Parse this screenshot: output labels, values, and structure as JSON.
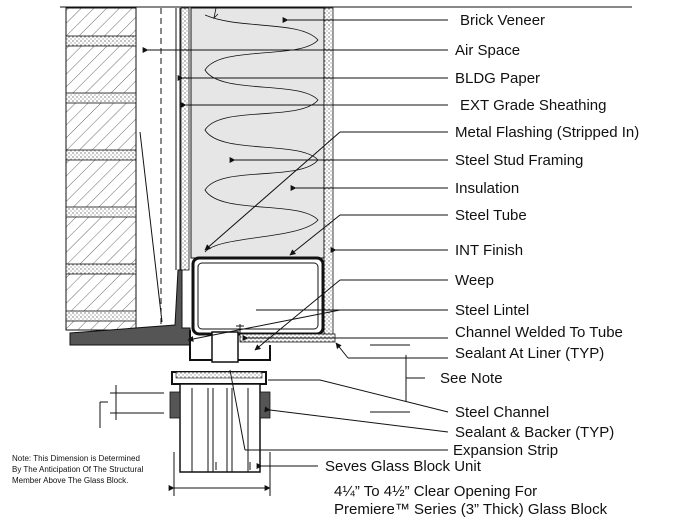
{
  "labels": {
    "brick_veneer": "Brick Veneer",
    "air_space": "Air Space",
    "bldg_paper": "BLDG Paper",
    "ext_sheathing": "EXT Grade Sheathing",
    "metal_flashing": "Metal Flashing (Stripped In)",
    "steel_stud": "Steel Stud Framing",
    "insulation": "Insulation",
    "steel_tube": "Steel Tube",
    "int_finish": "INT Finish",
    "weep": "Weep",
    "steel_lintel": "Steel Lintel",
    "channel_welded": "Channel Welded To Tube",
    "sealant_liner": "Sealant At Liner (TYP)",
    "see_note": "See Note",
    "steel_channel": "Steel Channel",
    "sealant_backer": "Sealant & Backer (TYP)",
    "expansion_strip": "Expansion Strip",
    "glass_block_unit": "Seves Glass Block Unit",
    "clear_opening_1": "4¼” To 4½” Clear Opening For",
    "clear_opening_2": "Premiere™ Series (3” Thick) Glass Block"
  },
  "note": {
    "line1": "Note: This Dimension is Determined",
    "line2": "By The Anticipation Of The Structural",
    "line3": "Member Above The Glass Block."
  },
  "colors": {
    "ink": "#111111",
    "insulation_fill": "#e6e6e6",
    "sealant_fill": "#555555",
    "background": "#ffffff"
  }
}
